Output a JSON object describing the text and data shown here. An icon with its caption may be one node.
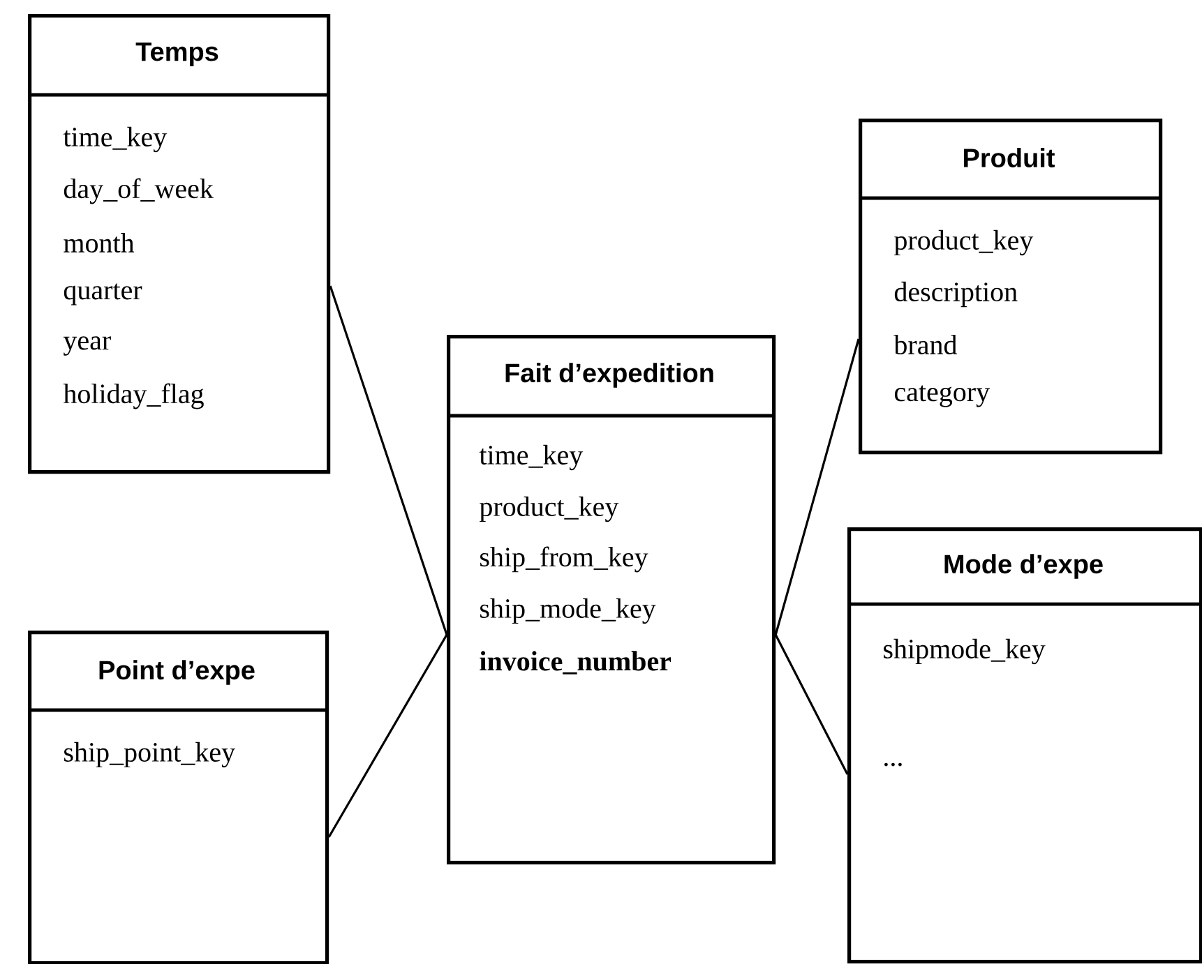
{
  "diagram": {
    "nodes": [
      {
        "text": [
          "Temps",
          "time_key",
          "day_of_week",
          "month",
          "quarter",
          "year",
          "holiday_flag"
        ]
      },
      {
        "text": [
          "Produit",
          "product_key",
          "description",
          "brand",
          "category"
        ]
      },
      {
        "text": [
          "Fait d’expedition",
          "time_key",
          "product_key",
          "ship_from_key",
          "ship_mode_key",
          "**invoice_number**"
        ]
      },
      {
        "text": [
          "Mode d’expe",
          "shipmode_key",
          "..."
        ]
      },
      {
        "text": [
          "Point d’expe",
          "ship_point_key"
        ]
      }
    ],
    "edges": [
      {
        "from": 0,
        "to": 2,
        "arrow": "none"
      },
      {
        "from": 1,
        "to": 2,
        "arrow": "none"
      },
      {
        "from": 3,
        "to": 2,
        "arrow": "none"
      },
      {
        "from": 4,
        "to": 2,
        "arrow": "none"
      }
    ]
  }
}
